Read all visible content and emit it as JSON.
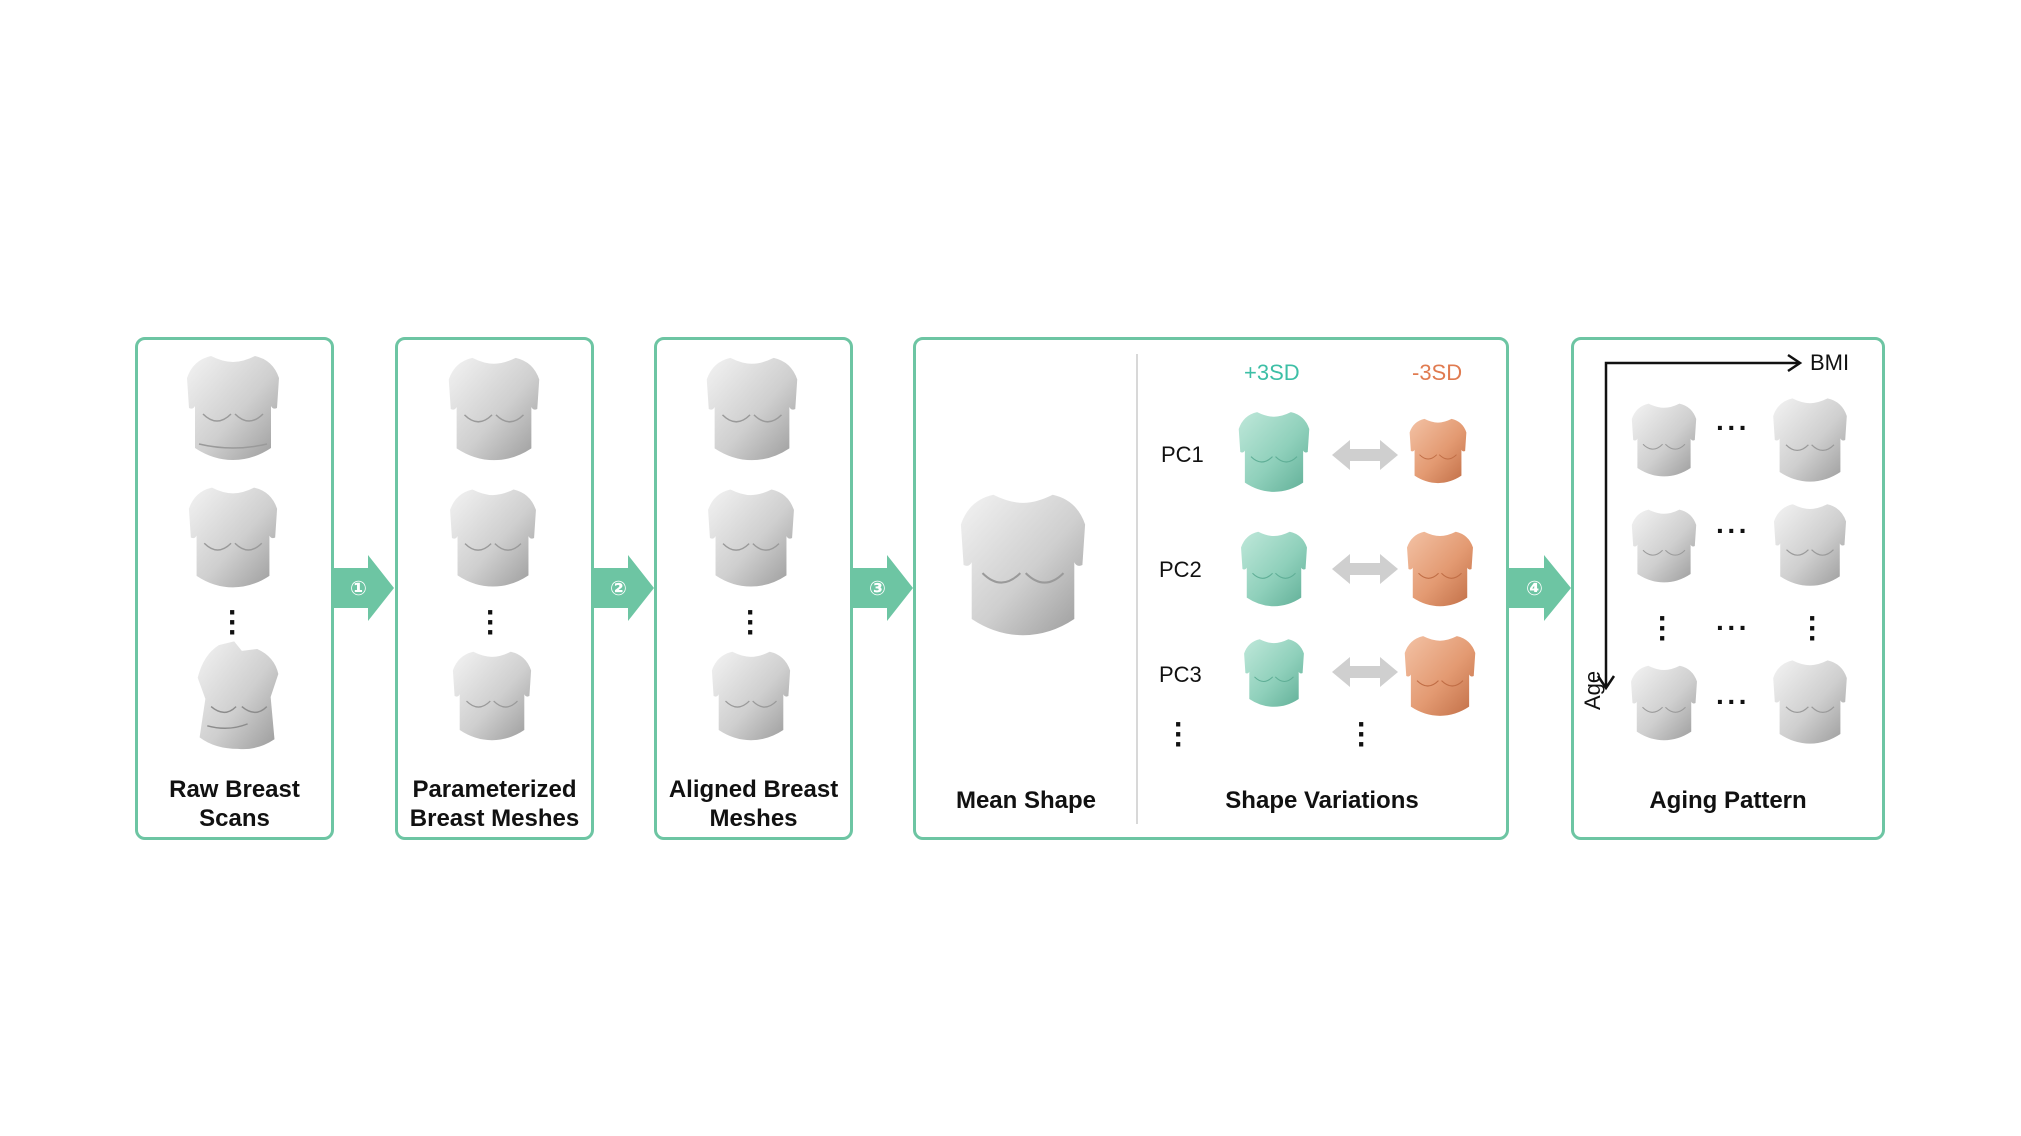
{
  "steps": [
    "①",
    "②",
    "③",
    "④"
  ],
  "panels": {
    "raw": {
      "caption_line1": "Raw Breast",
      "caption_line2": "Scans"
    },
    "param": {
      "caption_line1": "Parameterized",
      "caption_line2": "Breast Meshes"
    },
    "aligned": {
      "caption_line1": "Aligned Breast",
      "caption_line2": "Meshes"
    },
    "model": {
      "mean_caption": "Mean Shape",
      "variation_caption": "Shape Variations",
      "plus_label": "+3SD",
      "minus_label": "-3SD",
      "components": [
        "PC1",
        "PC2",
        "PC3"
      ]
    },
    "aging": {
      "caption": "Aging Pattern",
      "x_axis_label": "BMI",
      "y_axis_label": "Age"
    }
  },
  "colors": {
    "accent": "#6dc5a3",
    "plus_sd": "#3dbfa6",
    "minus_sd": "#e07b50",
    "plus_mesh": "#8fd0bb",
    "minus_mesh": "#e39a72",
    "neutral_mesh": "#d7d7d7",
    "double_arrow": "#cfcfcf"
  }
}
